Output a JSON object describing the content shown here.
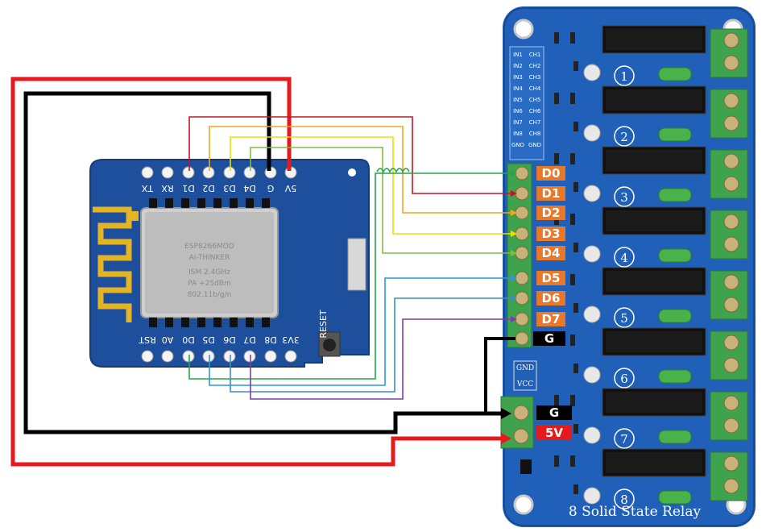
{
  "wemos": {
    "top_pins": [
      "TX",
      "RX",
      "D1",
      "D2",
      "D3",
      "D4",
      "G",
      "5V"
    ],
    "bottom_pins": [
      "RST",
      "A0",
      "D0",
      "D5",
      "D6",
      "D7",
      "D8",
      "3V3"
    ],
    "chip_text": [
      "ESP8266MOD",
      "AI-THINKER",
      "ISM 2.4GHz",
      "PA +25dBm",
      "802.11b/g/n"
    ],
    "reset_label": "RESET"
  },
  "relay_board": {
    "title": "8 Solid State Relay",
    "channel_numbers": [
      "1",
      "2",
      "3",
      "4",
      "5",
      "6",
      "7",
      "8"
    ],
    "header_left": [
      "IN1",
      "IN2",
      "IN3",
      "IN4",
      "IN5",
      "IN6",
      "IN7",
      "IN8",
      "GND"
    ],
    "header_right": [
      "CH1",
      "CH2",
      "CH3",
      "CH4",
      "CH5",
      "CH6",
      "CH7",
      "CH8",
      "GND"
    ],
    "power_labels": [
      "GND",
      "VCC"
    ]
  },
  "connection_labels": {
    "d0": "D0",
    "d1": "D1",
    "d2": "D2",
    "d3": "D3",
    "d4": "D4",
    "d5": "D5",
    "d6": "D6",
    "d7": "D7",
    "g_header": "G",
    "g_power": "G",
    "v_power": "5V"
  },
  "colors": {
    "board_blue": "#1e4f9c",
    "relay_blue": "#2160b8",
    "wire_red": "#e41a1c",
    "wire_black": "#000000",
    "label_orange": "#e8782a",
    "terminal_green": "#3fa34d"
  }
}
